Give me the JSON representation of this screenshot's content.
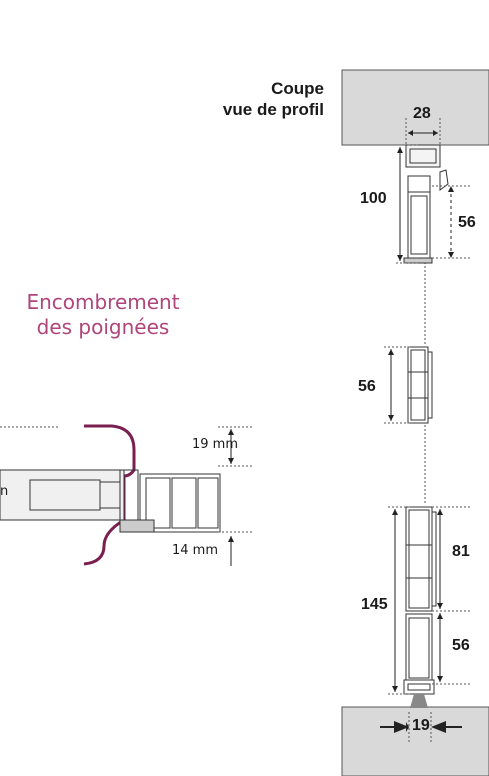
{
  "section_title": {
    "line1": "Coupe",
    "line2": "vue de profil"
  },
  "handles_heading": {
    "line1": "Encombrement",
    "line2": "des poignées"
  },
  "dimensions": {
    "top_width": "28",
    "top_height": "100",
    "top_lower": "56",
    "middle_height": "56",
    "bottom_upper": "81",
    "bottom_total": "145",
    "bottom_lower": "56",
    "bottom_width": "19"
  },
  "handle_dims": {
    "top_gap": "19 mm",
    "bottom_gap": "14 mm",
    "left_cut": "n"
  },
  "colors": {
    "handle": "#7a1f4f",
    "heading": "#b0457a",
    "ceiling": "#d9d9d9"
  }
}
